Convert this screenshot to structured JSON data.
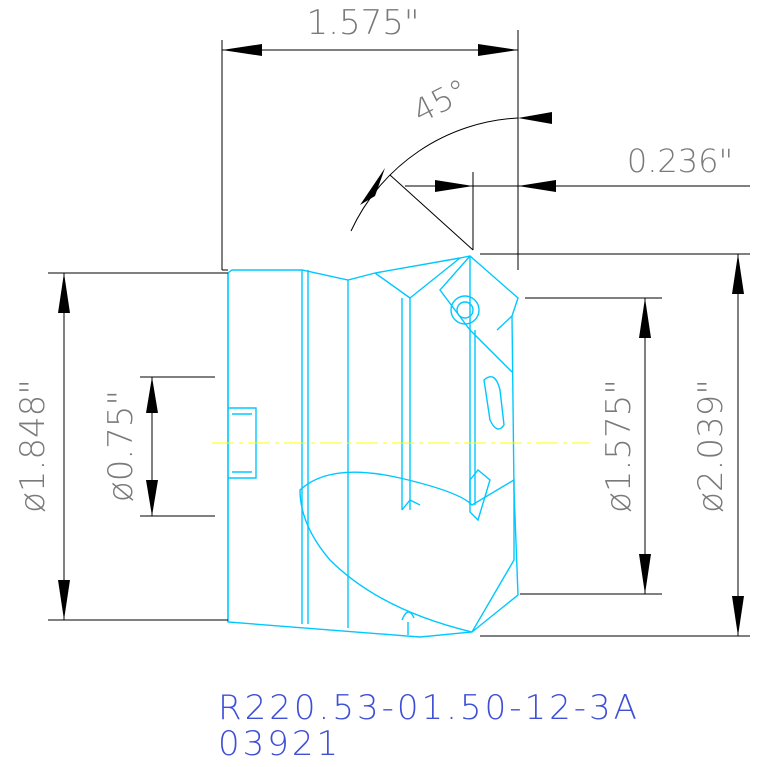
{
  "dimensions": {
    "width_top": "1.575\"",
    "angle": "45°",
    "offset": "0.236\"",
    "diameter_left_outer": "ø1.848\"",
    "diameter_bore": "ø0.75\"",
    "diameter_right_inner": "ø1.575\"",
    "diameter_right_outer": "ø2.039\""
  },
  "footer": {
    "part_number": "R220.53-01.50-12-3A",
    "code": "03921"
  },
  "colors": {
    "part_outline": "#00c8ff",
    "centerline": "#ffff00",
    "dimension_lines": "#000000",
    "dimension_text": "#7a7a7a",
    "footer_text": "#3e4fd6"
  }
}
